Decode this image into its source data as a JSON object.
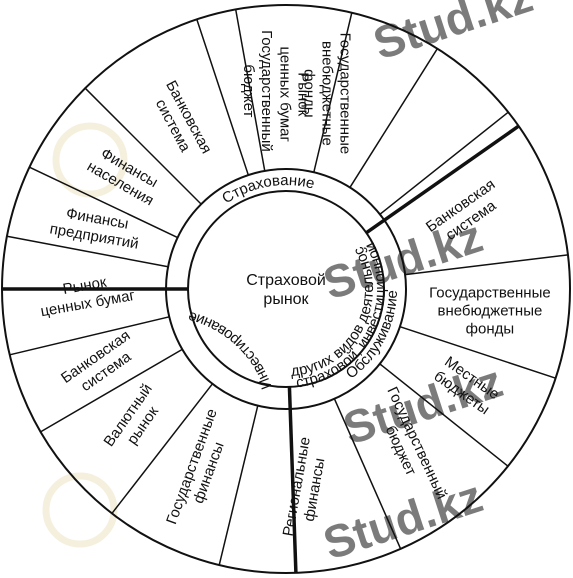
{
  "diagram": {
    "center": [
      "Страховой",
      "рынок"
    ],
    "inner_ring": {
      "insurance": "Страхование",
      "investment": "Инвестирование",
      "service": [
        "Обслуживание",
        "страховой, инвестиционной",
        "и других видов деятельности"
      ]
    },
    "outer_segments": [
      {
        "id": "securities-market-top",
        "lines": [
          "Рынок",
          "ценных бумаг"
        ]
      },
      {
        "id": "banking-system-right",
        "lines": [
          "Банковская",
          "система"
        ]
      },
      {
        "id": "state-extrabudgetary-funds-right",
        "lines": [
          "Государственные",
          "внебюджетные",
          "фонды"
        ]
      },
      {
        "id": "local-budgets",
        "lines": [
          "Местные",
          "бюджеты"
        ]
      },
      {
        "id": "state-budget-bottom",
        "lines": [
          "Государственный",
          "бюджет"
        ]
      },
      {
        "id": "regional-finance",
        "lines": [
          "Региональные",
          "финансы"
        ]
      },
      {
        "id": "state-finance",
        "lines": [
          "Государственные",
          "финансы"
        ]
      },
      {
        "id": "currency-market",
        "lines": [
          "Валютный",
          "рынок"
        ]
      },
      {
        "id": "banking-system-left-lower",
        "lines": [
          "Банковская",
          "система"
        ]
      },
      {
        "id": "securities-market-left",
        "lines": [
          "Рынок",
          "ценных бумаг"
        ]
      },
      {
        "id": "enterprise-finance",
        "lines": [
          "Финансы",
          "предприятий"
        ]
      },
      {
        "id": "household-finance",
        "lines": [
          "Финансы",
          "населения"
        ]
      },
      {
        "id": "banking-system-left-upper",
        "lines": [
          "Банковская",
          "система"
        ]
      },
      {
        "id": "state-budget-top",
        "lines": [
          "Государственный",
          "бюджет"
        ]
      },
      {
        "id": "state-extrabudgetary-funds-top",
        "lines": [
          "Государственные",
          "внебюджетные",
          "фонды"
        ]
      }
    ]
  },
  "watermark": "Stud.kz"
}
